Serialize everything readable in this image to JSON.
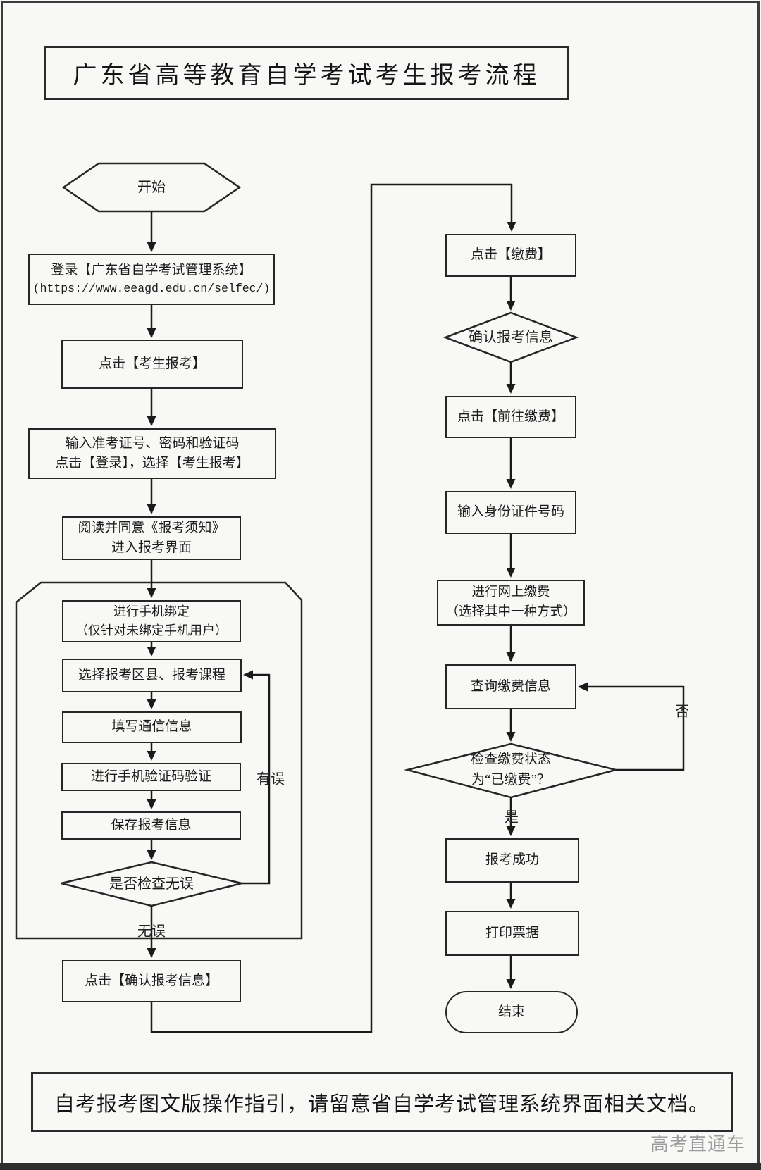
{
  "page": {
    "title": "广东省高等教育自学考试考生报考流程",
    "footer": "自考报考图文版操作指引，请留意省自学考试管理系统界面相关文档。",
    "watermark": "高考直通车"
  },
  "flow": {
    "start": "开始",
    "end": "结束",
    "login": {
      "line1": "登录【广东省自学考试管理系统】",
      "line2": "(https://www.eeagd.edu.cn/selfec/)"
    },
    "click_candidate_register": "点击【考生报考】",
    "enter_credentials": {
      "line1": "输入准考证号、密码和验证码",
      "line2": "点击【登录】，选择【考生报考】"
    },
    "read_notice": {
      "line1": "阅读并同意《报考须知》",
      "line2": "进入报考界面"
    },
    "bind_phone": {
      "line1": "进行手机绑定",
      "line2": "（仅针对未绑定手机用户）"
    },
    "choose_district_courses": "选择报考区县、报考课程",
    "fill_contact_info": "填写通信信息",
    "phone_verify": "进行手机验证码验证",
    "save_info": "保存报考信息",
    "check_correct": "是否检查无误",
    "confirm_info": "点击【确认报考信息】",
    "click_pay": "点击【缴费】",
    "confirm_register_info": "确认报考信息",
    "go_pay": "点击【前往缴费】",
    "enter_id_number": "输入身份证件号码",
    "online_pay": {
      "line1": "进行网上缴费",
      "line2": "（选择其中一种方式）"
    },
    "query_payment": "查询缴费信息",
    "check_payment": {
      "line1": "检查缴费状态",
      "line2": "为“已缴费”？"
    },
    "register_success": "报考成功",
    "print_receipt": "打印票据",
    "labels": {
      "error": "有误",
      "no_error": "无误",
      "yes": "是",
      "no": "否"
    }
  }
}
